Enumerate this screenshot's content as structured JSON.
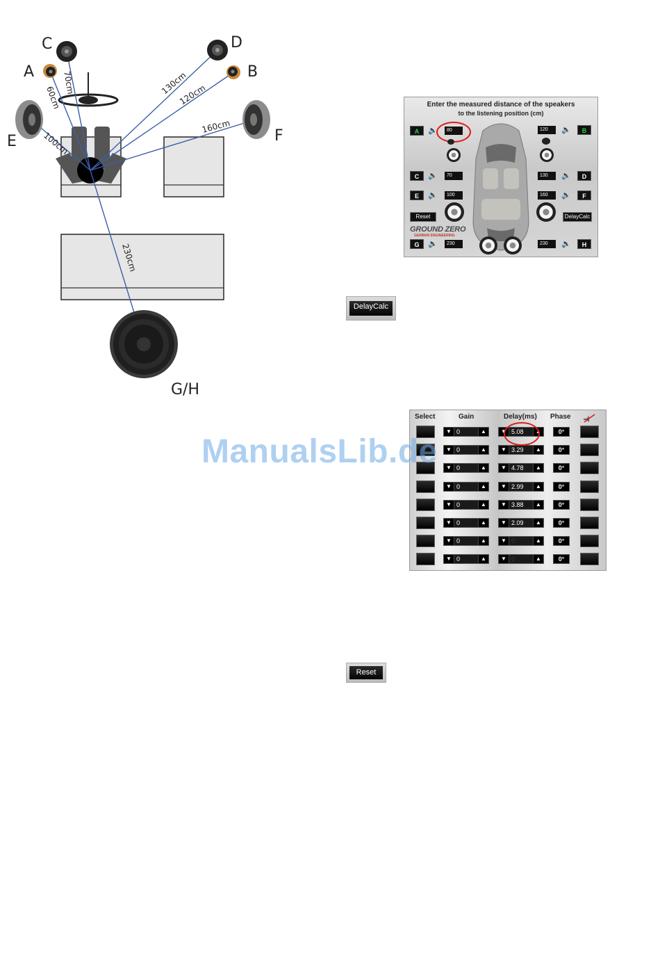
{
  "diagram": {
    "speaker_labels": [
      "A",
      "B",
      "C",
      "D",
      "E",
      "F",
      "G/H"
    ],
    "distances": [
      "60cm",
      "70cm",
      "100cm",
      "130cm",
      "120cm",
      "160cm",
      "230cm"
    ]
  },
  "distance_panel": {
    "title_line1": "Enter the measured distance of the speakers",
    "title_line2": "to the listening position (cm)",
    "channels": [
      {
        "label": "A",
        "value": "80",
        "green": true
      },
      {
        "label": "B",
        "value": "120",
        "green": true
      },
      {
        "label": "C",
        "value": "70",
        "green": false
      },
      {
        "label": "D",
        "value": "130",
        "green": false
      },
      {
        "label": "E",
        "value": "100",
        "green": false
      },
      {
        "label": "F",
        "value": "160",
        "green": false
      },
      {
        "label": "G",
        "value": "230",
        "green": false
      },
      {
        "label": "H",
        "value": "230",
        "green": false
      }
    ],
    "reset_label": "Reset",
    "delaycalc_label": "DelayCalc",
    "logo": "GROUND ZERO",
    "logo_sub": "GERMAN ENGINEERING"
  },
  "delaycalc_button": "DelayCalc",
  "reset_button": "Reset",
  "delay_table": {
    "headers": {
      "select": "Select",
      "gain": "Gain",
      "delay": "Delay(ms)",
      "phase": "Phase"
    },
    "rows": [
      {
        "gain": "0",
        "delay": "5.08",
        "phase": "0°"
      },
      {
        "gain": "0",
        "delay": "3.29",
        "phase": "0°"
      },
      {
        "gain": "0",
        "delay": "4.78",
        "phase": "0°"
      },
      {
        "gain": "0",
        "delay": "2.99",
        "phase": "0°"
      },
      {
        "gain": "0",
        "delay": "3.88",
        "phase": "0°"
      },
      {
        "gain": "0",
        "delay": "2.09",
        "phase": "0°"
      },
      {
        "gain": "0",
        "delay": "0",
        "phase": "0°"
      },
      {
        "gain": "0",
        "delay": "0",
        "phase": "0°"
      }
    ]
  },
  "watermark": "ManualsLib.de",
  "colors": {
    "accent_red": "#e01a1a",
    "line_blue": "#3b5fa8",
    "watermark": "#6eaae6"
  }
}
